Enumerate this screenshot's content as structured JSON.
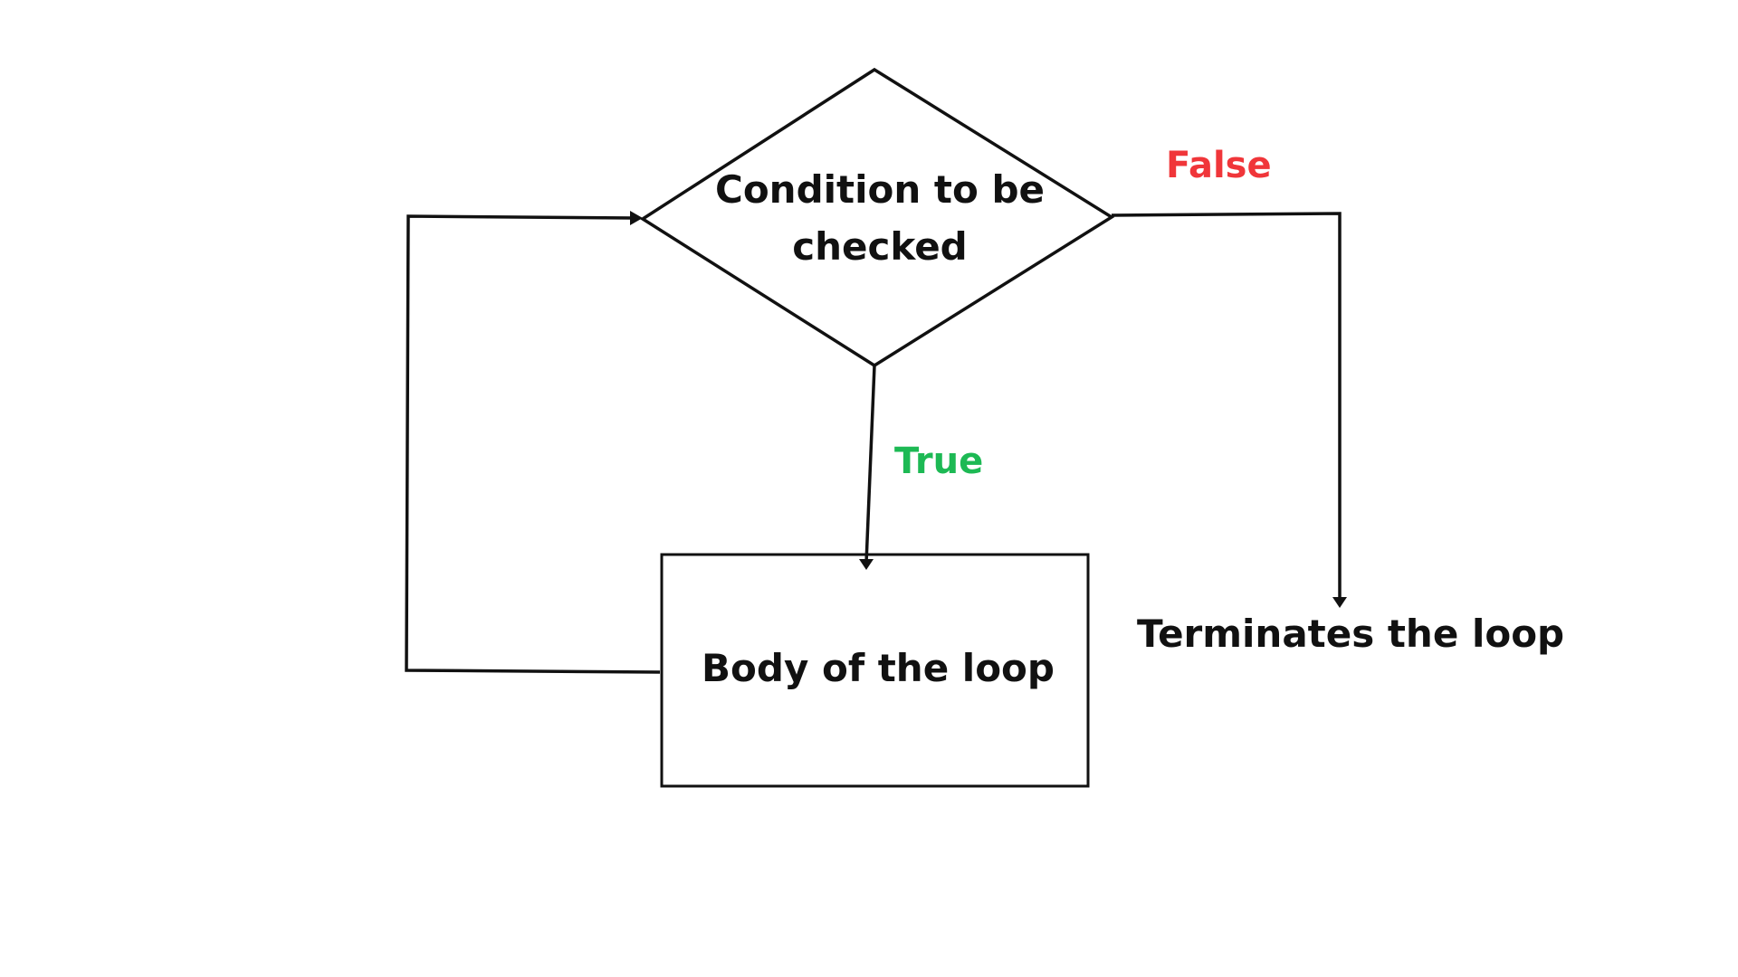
{
  "diagram": {
    "type": "flowchart",
    "decision": {
      "line1": "Condition to be",
      "line2": "checked"
    },
    "process": {
      "label": "Body of the loop"
    },
    "edges": {
      "true_label": "True",
      "false_label": "False"
    },
    "terminal": {
      "label": "Terminates the loop"
    }
  },
  "colors": {
    "stroke": "#111111",
    "text": "#111111",
    "true": "#1db954",
    "false": "#f0363a",
    "background": "#ffffff"
  }
}
